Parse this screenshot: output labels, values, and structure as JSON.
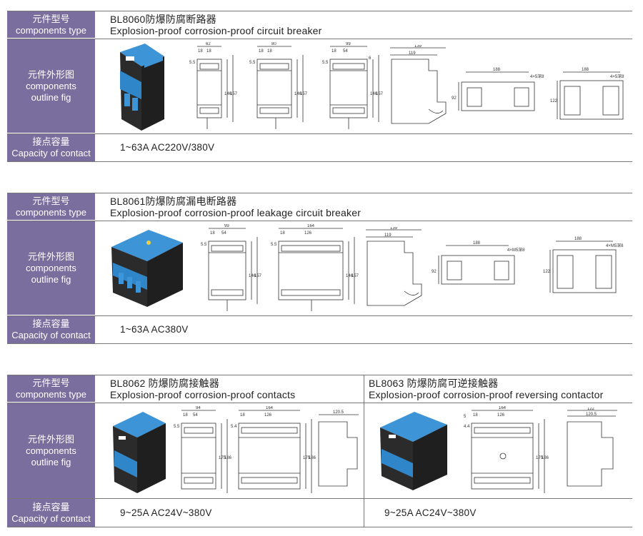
{
  "labels": {
    "type_cn": "元件型号",
    "type_en": "components type",
    "outline_cn": "元件外形图",
    "outline_en1": "components",
    "outline_en2": "outline fig",
    "capacity_cn": "接点容量",
    "capacity_en": "Capacity of contact"
  },
  "sections": [
    {
      "title_cn": "BL8060防爆防腐断路器",
      "title_en": "Explosion-proof corrosion-proof circuit breaker",
      "capacity": "1~63A  AC220V/380V",
      "dims": [
        "62",
        "18",
        "18",
        "5.5",
        "146",
        "157",
        "80",
        "18",
        "18",
        "5.5",
        "146",
        "157",
        "99",
        "18",
        "54",
        "5.5",
        "6",
        "146",
        "157",
        "139",
        "119",
        "188",
        "4×5深8",
        "92",
        "188",
        "4×5深8",
        "122"
      ]
    },
    {
      "title_cn": "BL8061防爆防腐漏电断路器",
      "title_en": "Explosion-proof corrosion-proof leakage circuit breaker",
      "capacity": "1~63A  AC380V",
      "dims": [
        "99",
        "18",
        "54",
        "5.5",
        "146",
        "157",
        "164",
        "18",
        "126",
        "5.5",
        "146",
        "157",
        "139",
        "119",
        "188",
        "4×M5深8",
        "92",
        "188",
        "4×M5深8",
        "122"
      ]
    },
    {
      "left": {
        "title_cn": "BL8062 防爆防腐接触器",
        "title_en": "Explosion-proof corrosion-proof contacts",
        "capacity": "9~25A  AC24V~380V",
        "dims": [
          "94",
          "18",
          "54",
          "5.5",
          "175",
          "186",
          "164",
          "18",
          "126",
          "5.4",
          "175",
          "186",
          "120.5"
        ]
      },
      "right": {
        "title_cn": "BL8063 防爆防腐可逆接触器",
        "title_en": "Explosion-proof corrosion-proof reversing contactor",
        "capacity": "9~25A  AC24V~380V",
        "dims": [
          "164",
          "18",
          "126",
          "5",
          "4.4",
          "175",
          "186",
          "122",
          "120.5"
        ]
      }
    }
  ],
  "colors": {
    "label_bg": "#7a6e9e",
    "device_blue": "#2f86c8",
    "device_dark": "#2b2b2b"
  }
}
